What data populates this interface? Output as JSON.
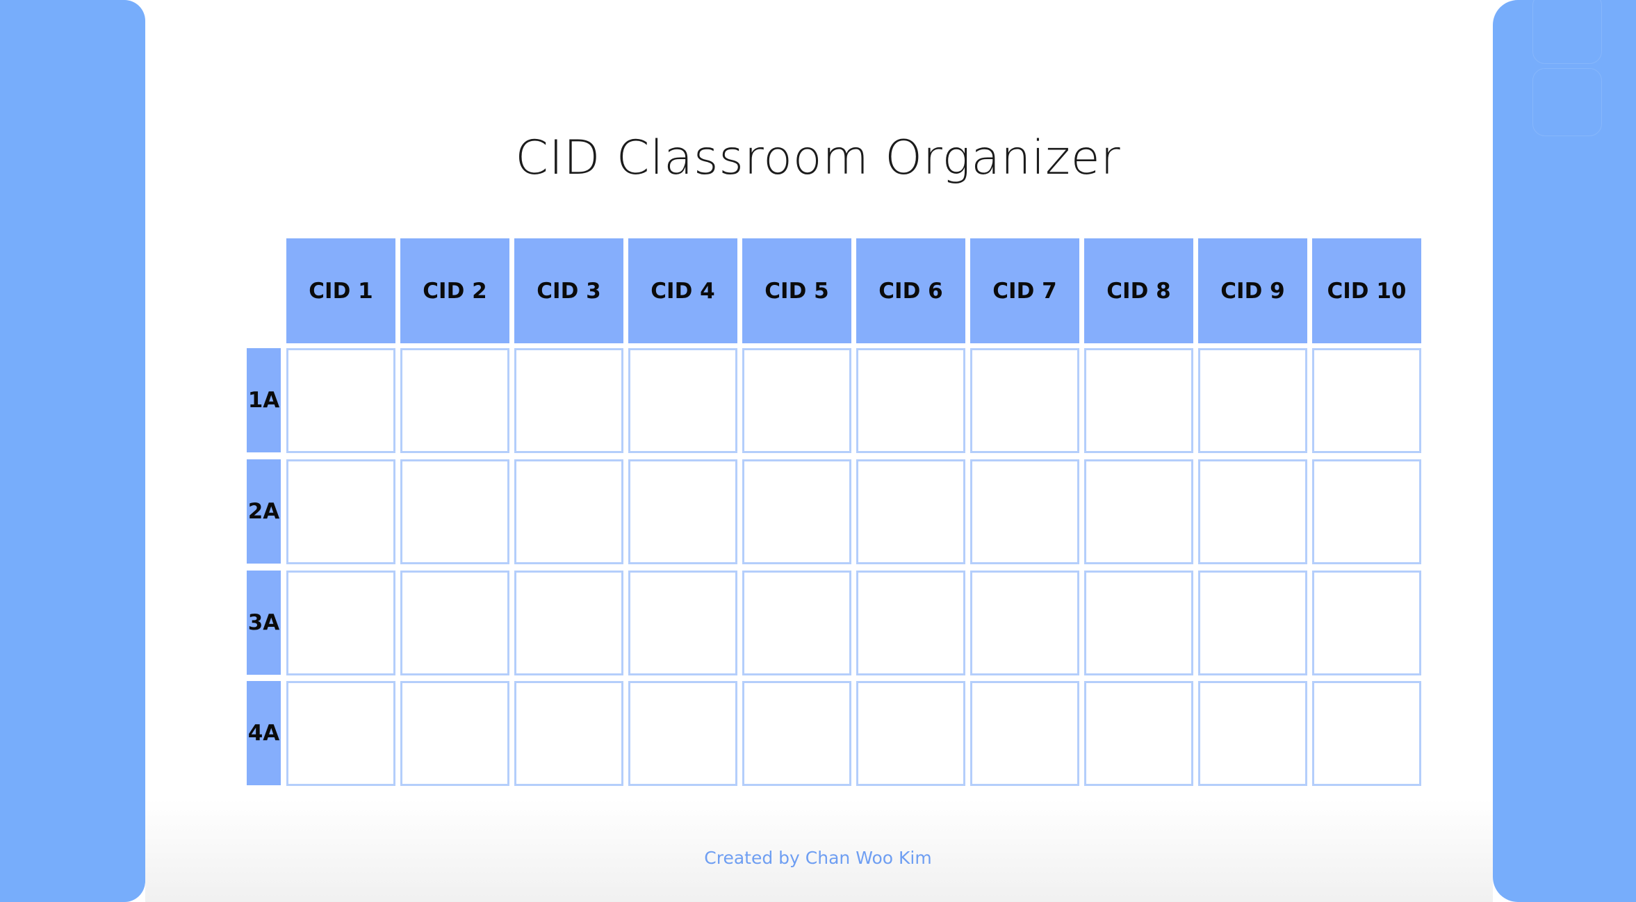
{
  "title": "CID Classroom Organizer",
  "columns": [
    "CID 1",
    "CID 2",
    "CID 3",
    "CID 4",
    "CID 5",
    "CID 6",
    "CID 7",
    "CID 8",
    "CID 9",
    "CID 10"
  ],
  "rows": [
    "1A",
    "2A",
    "3A",
    "4A"
  ],
  "footer": "Created by Chan Woo Kim",
  "colors": {
    "side_panel": "#77adfb",
    "header_fill": "#85aefc",
    "cell_border": "#b4cefb",
    "footer_text": "#6e9ef2"
  }
}
